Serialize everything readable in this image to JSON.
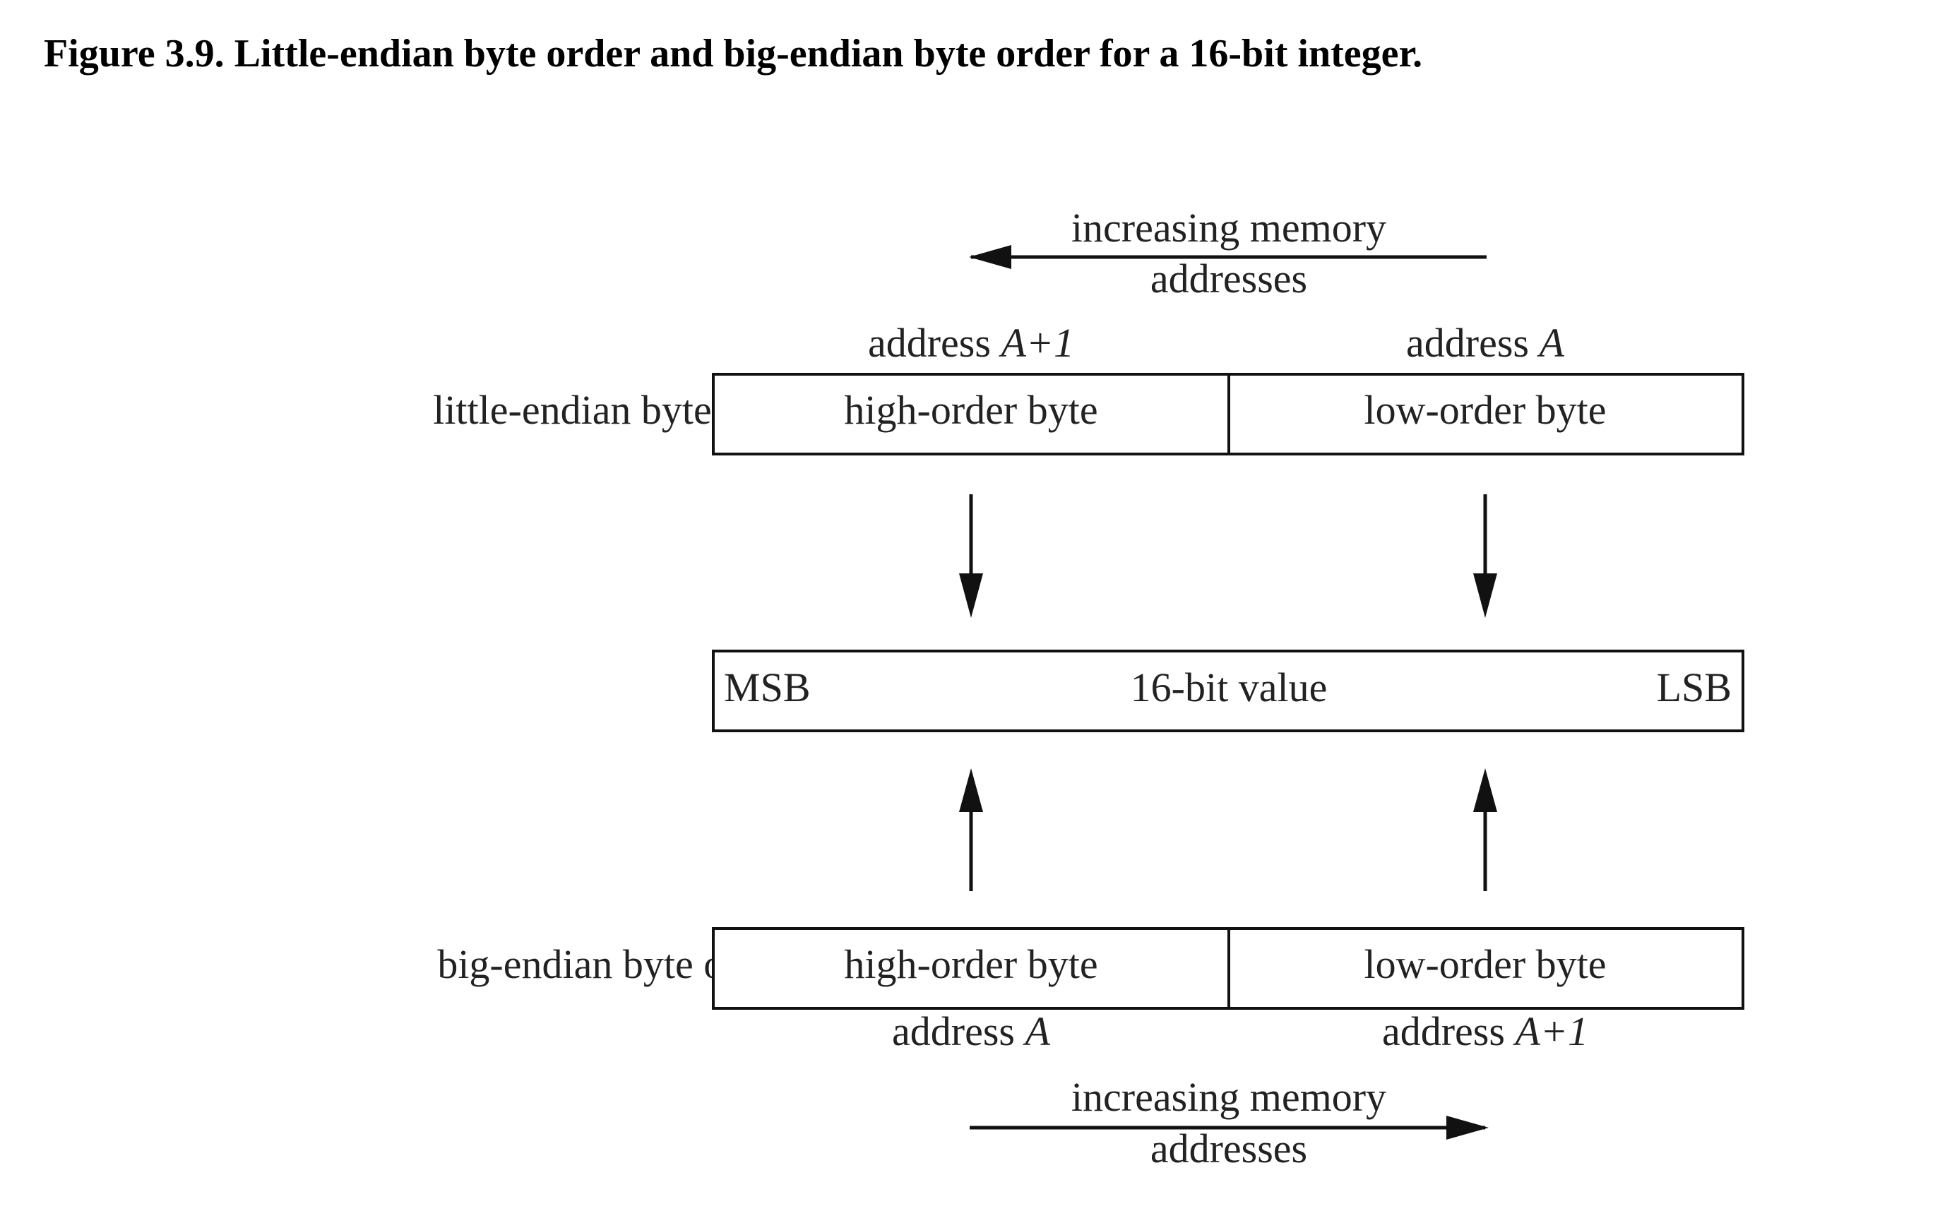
{
  "caption": "Figure 3.9. Little-endian byte order and big-endian byte order for a 16-bit integer.",
  "little_endian": {
    "row_label": "little-endian byte order:",
    "direction_line1": "increasing memory",
    "direction_line2": "addresses",
    "left_address": "address ",
    "left_address_var": "A+1",
    "right_address": "address ",
    "right_address_var": "A",
    "left_cell": "high-order byte",
    "right_cell": "low-order byte"
  },
  "value_box": {
    "msb": "MSB",
    "center": "16-bit value",
    "lsb": "LSB"
  },
  "big_endian": {
    "row_label": "big-endian byte order:",
    "left_cell": "high-order byte",
    "right_cell": "low-order byte",
    "left_address": "address ",
    "left_address_var": "A",
    "right_address": "address ",
    "right_address_var": "A+1",
    "direction_line1": "increasing memory",
    "direction_line2": "addresses"
  }
}
